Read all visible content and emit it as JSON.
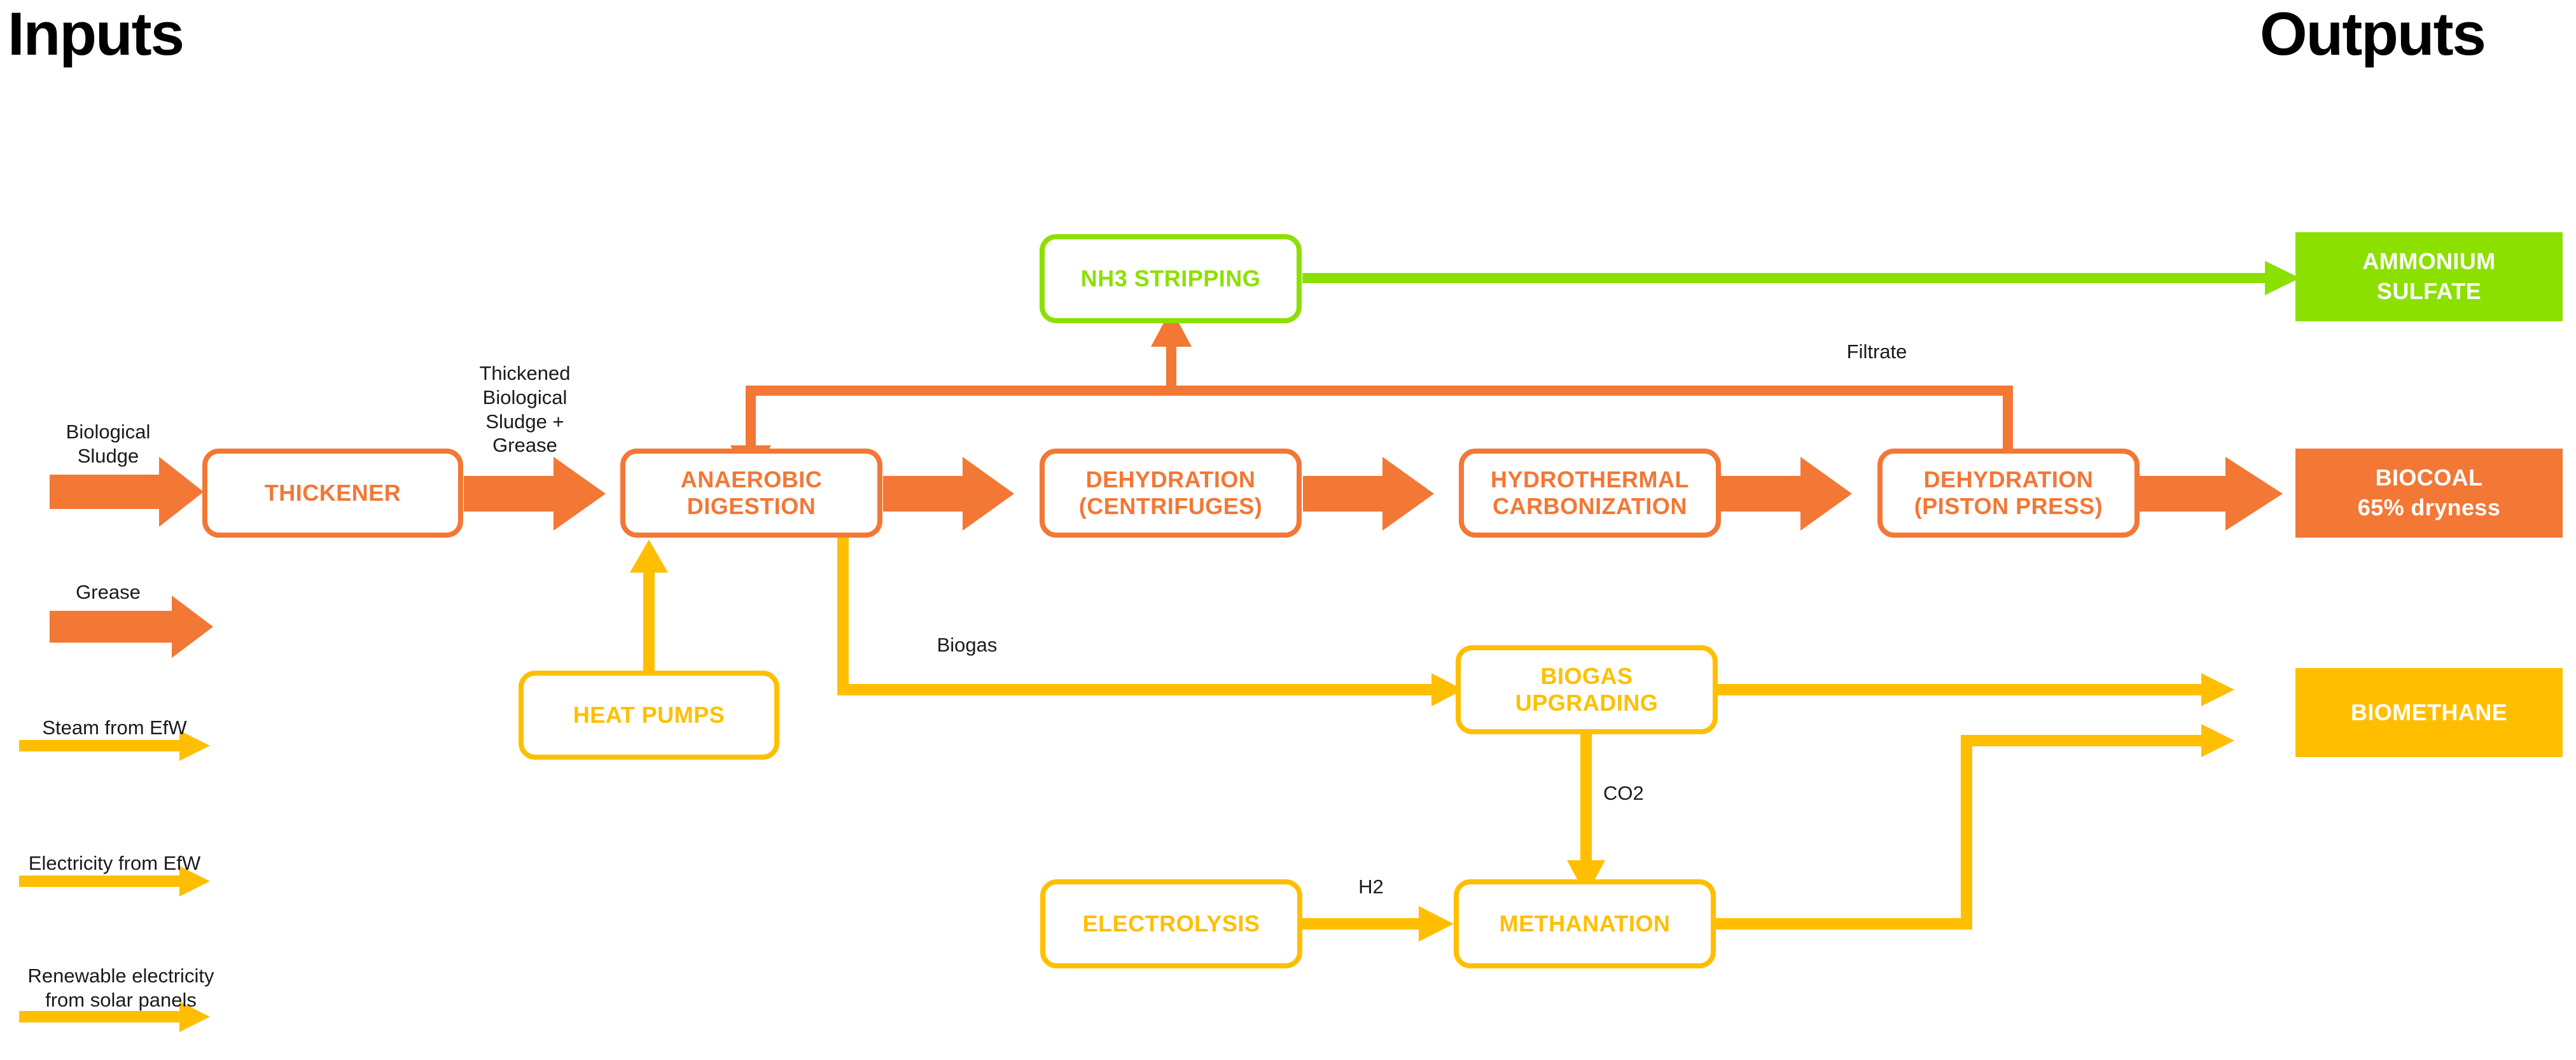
{
  "headings": {
    "inputs": "Inputs",
    "outputs": "Outputs"
  },
  "colors": {
    "orange": "#F37735",
    "green": "#8CE000",
    "yellow": "#FFBF00",
    "text_dark": "#1a1a1a",
    "background": "#FFFFFF"
  },
  "inputs": [
    {
      "id": "biological-sludge",
      "label": "Biological\nSludge",
      "arrow_color": "#F37735"
    },
    {
      "id": "grease",
      "label": "Grease",
      "arrow_color": "#F37735"
    },
    {
      "id": "steam-efw",
      "label": "Steam from EfW",
      "arrow_color": "#FFBF00"
    },
    {
      "id": "electricity-efw",
      "label": "Electricity from EfW",
      "arrow_color": "#FFBF00"
    },
    {
      "id": "renewable-solar",
      "label": "Renewable electricity\nfrom solar panels",
      "arrow_color": "#FFBF00"
    }
  ],
  "processes": [
    {
      "id": "thickener",
      "label": "THICKENER",
      "color": "orange"
    },
    {
      "id": "anaerobic-digestion",
      "label": "ANAEROBIC\nDIGESTION",
      "color": "orange"
    },
    {
      "id": "dehydration-centrifuges",
      "label": "DEHYDRATION\n(CENTRIFUGES)",
      "color": "orange"
    },
    {
      "id": "hydrothermal-carbonization",
      "label": "HYDROTHERMAL\nCARBONIZATION",
      "color": "orange"
    },
    {
      "id": "dehydration-piston-press",
      "label": "DEHYDRATION\n(PISTON PRESS)",
      "color": "orange"
    },
    {
      "id": "nh3-stripping",
      "label": "NH3 STRIPPING",
      "color": "green"
    },
    {
      "id": "heat-pumps",
      "label": "HEAT PUMPS",
      "color": "yellow"
    },
    {
      "id": "biogas-upgrading",
      "label": "BIOGAS\nUPGRADING",
      "color": "yellow"
    },
    {
      "id": "electrolysis",
      "label": "ELECTROLYSIS",
      "color": "yellow"
    },
    {
      "id": "methanation",
      "label": "METHANATION",
      "color": "yellow"
    }
  ],
  "outputs": [
    {
      "id": "ammonium-sulfate",
      "label": "AMMONIUM\nSULFATE",
      "color": "green"
    },
    {
      "id": "biocoal",
      "label": "BIOCOAL\n65% dryness",
      "color": "orange"
    },
    {
      "id": "biomethane",
      "label": "BIOMETHANE",
      "color": "yellow"
    }
  ],
  "stream_labels": [
    {
      "id": "thickened-sludge-grease",
      "label": "Thickened\nBiological\nSludge +\nGrease"
    },
    {
      "id": "filtrate",
      "label": "Filtrate"
    },
    {
      "id": "biogas",
      "label": "Biogas"
    },
    {
      "id": "co2",
      "label": "CO2"
    },
    {
      "id": "h2",
      "label": "H2"
    }
  ]
}
